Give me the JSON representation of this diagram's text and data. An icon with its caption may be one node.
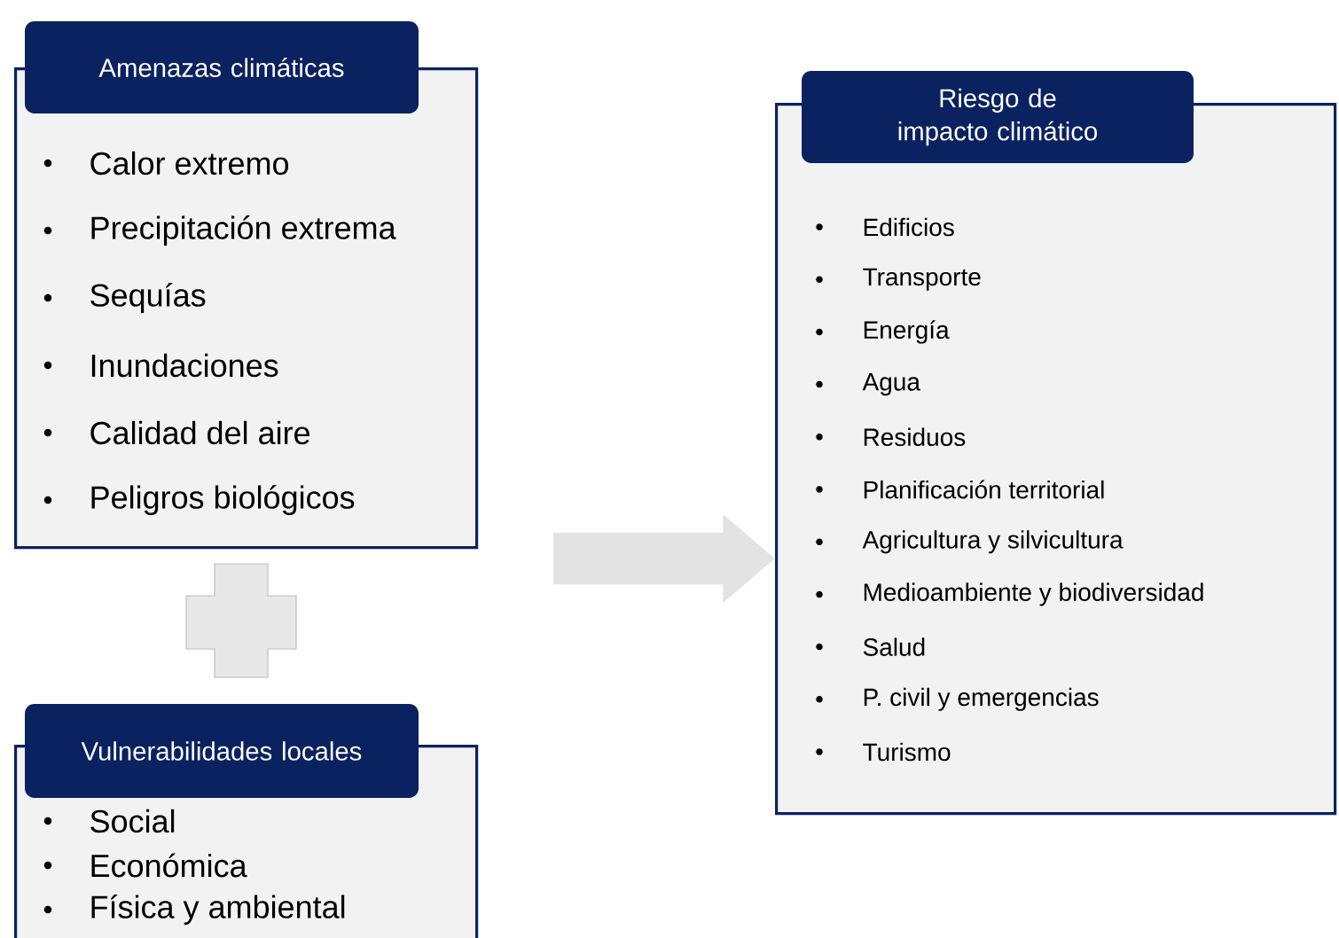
{
  "diagram": {
    "nodes": [
      {
        "text": [
          "Amenazas climáticas",
          "Calor extremo",
          "Precipitación extrema",
          "Sequías",
          "Inundaciones",
          "Calidad del aire",
          "Peligros biológicos"
        ]
      },
      {
        "text": [
          "Vulnerabilidades locales",
          "Social",
          "Económica",
          "Física y ambiental"
        ]
      },
      {
        "text": [
          "Riesgo de impacto climático",
          "Edificios",
          "Transporte",
          "Energía",
          "Agua",
          "Residuos",
          "Planificación territorial",
          "Agricultura y silvicultura",
          "Medioambiente y biodiversidad",
          "Salud",
          "P. civil y emergencias",
          "Turismo"
        ]
      }
    ],
    "edges": [
      {
        "from": null,
        "to": 2,
        "arrow": "to"
      }
    ]
  }
}
